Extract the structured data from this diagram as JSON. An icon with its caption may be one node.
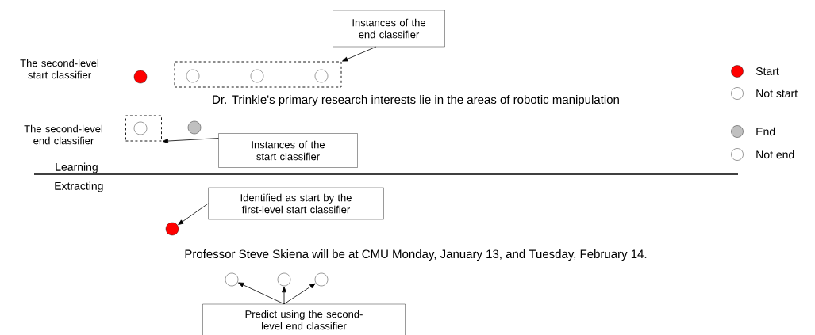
{
  "diagram": {
    "nodes": [
      {
        "text": [
          "Instances of the end classifier"
        ]
      },
      {
        "text": [],
        "shape": "circle"
      },
      {
        "text": [],
        "shape": "box"
      },
      {
        "text": [],
        "shape": "circle",
        "in": 2
      },
      {
        "text": [],
        "shape": "circle",
        "in": 2
      },
      {
        "text": [],
        "shape": "circle",
        "in": 2
      },
      {
        "text": [],
        "shape": "box"
      },
      {
        "text": [],
        "shape": "circle",
        "in": 6
      },
      {
        "text": [],
        "shape": "circle"
      },
      {
        "text": [
          "Instances of the start classifier"
        ]
      },
      {
        "text": [
          "Identified as start by the first-level start classifier"
        ]
      },
      {
        "text": [],
        "shape": "circle"
      },
      {
        "text": [],
        "shape": "circle"
      },
      {
        "text": [],
        "shape": "circle"
      },
      {
        "text": [],
        "shape": "circle"
      },
      {
        "text": [
          "Predict using the second-level end classifier"
        ]
      }
    ],
    "edges": [
      {
        "from": 0,
        "to": 2,
        "arrow": "to"
      },
      {
        "from": 9,
        "to": 6,
        "arrow": "to"
      },
      {
        "from": 10,
        "to": 11,
        "arrow": "to"
      },
      {
        "from": 15,
        "to": 12,
        "arrow": "to"
      },
      {
        "from": 15,
        "to": 13,
        "arrow": "to"
      },
      {
        "from": 15,
        "to": 14,
        "arrow": "to"
      }
    ],
    "labels": [
      "The second-level start classifier",
      "Dr. Trinkle's primary research interests lie in the areas of robotic manipulation",
      "The second-level end classifier",
      "Learning",
      "Extracting",
      "Professor Steve Skiena will be at CMU Monday, January 13, and Tuesday, February 14."
    ],
    "legend": [
      {
        "text": "Start",
        "color": "#ff0000"
      },
      {
        "text": "Not start"
      },
      {
        "text": "End",
        "color": "#c0c0c0"
      },
      {
        "text": "Not end"
      }
    ]
  }
}
